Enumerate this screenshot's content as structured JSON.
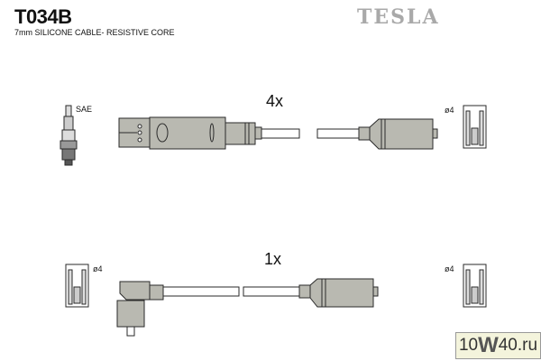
{
  "header": {
    "part_code": "T034B",
    "description": "7mm SILICONE CABLE- RESISTIVE CORE",
    "brand": "TESLA"
  },
  "top_set": {
    "quantity": "4x",
    "plug_label": "SAE",
    "terminal_label": "ø4"
  },
  "bottom_set": {
    "quantity": "1x",
    "left_terminal_label": "ø4",
    "right_terminal_label": "ø4"
  },
  "watermark": {
    "prefix": "10",
    "mid": "W",
    "suffix": "40",
    "domain": ".ru"
  },
  "colors": {
    "part_fill": "#b9b9b1",
    "stroke": "#2a2a2a"
  }
}
